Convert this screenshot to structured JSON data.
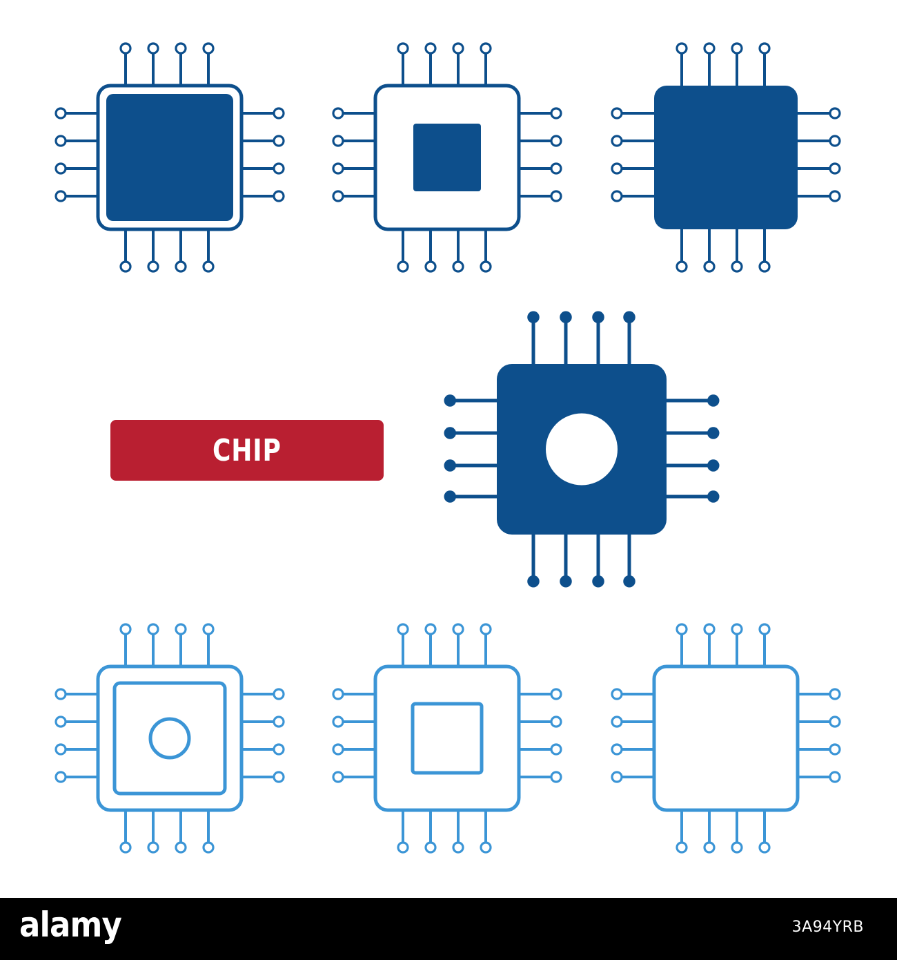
{
  "label": {
    "text": "CHIP",
    "color": "#b91f31"
  },
  "watermark": {
    "logo": "alamy",
    "image_id": "3A94YRB"
  },
  "colors": {
    "dark_blue": "#0d4f8c",
    "light_blue": "#3b95d6",
    "white": "#ffffff"
  },
  "icons": [
    {
      "name": "chip-icon-filled-framed",
      "variant": "filled core with inner frame",
      "pins": "hollow",
      "color": "dark_blue"
    },
    {
      "name": "chip-icon-outline-square-core",
      "variant": "outline body with filled square core",
      "pins": "hollow",
      "color": "dark_blue"
    },
    {
      "name": "chip-icon-solid",
      "variant": "solid body",
      "pins": "hollow",
      "color": "dark_blue"
    },
    {
      "name": "chip-icon-solid-circle-core",
      "variant": "solid body with circle cutout",
      "pins": "solid",
      "color": "dark_blue"
    },
    {
      "name": "chip-icon-outline-circle-core",
      "variant": "outline body with framed circle core",
      "pins": "hollow",
      "color": "light_blue"
    },
    {
      "name": "chip-icon-outline-square-outline-core",
      "variant": "outline body with outline square core",
      "pins": "hollow",
      "color": "light_blue"
    },
    {
      "name": "chip-icon-outline-empty",
      "variant": "outline body",
      "pins": "hollow",
      "color": "light_blue"
    }
  ]
}
